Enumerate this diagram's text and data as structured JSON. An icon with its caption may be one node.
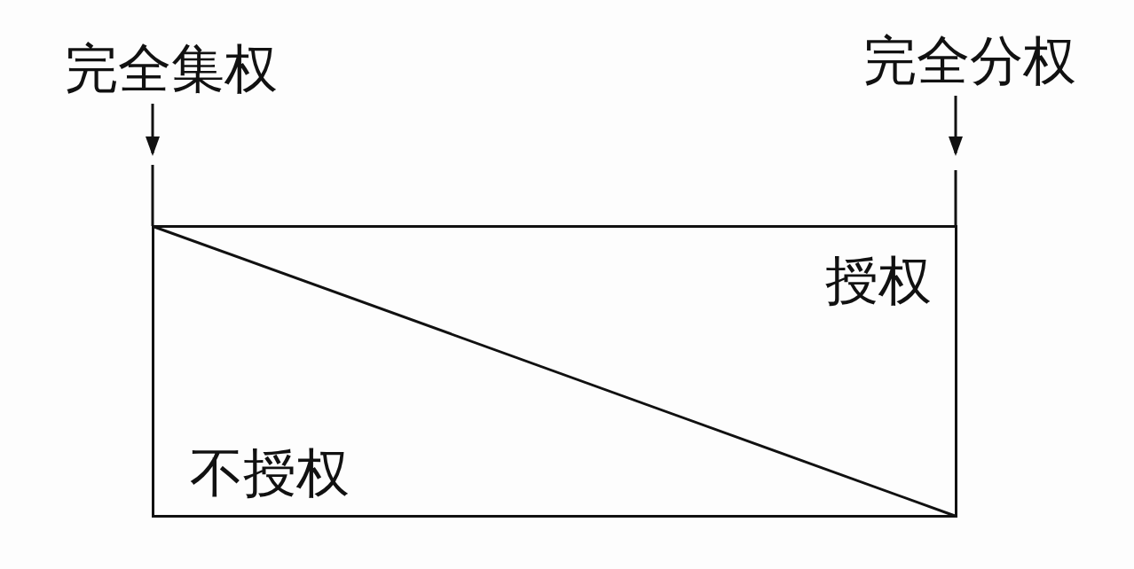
{
  "diagram": {
    "nodes": [
      {
        "text": [
          "完全集权"
        ]
      },
      {
        "text": [
          "完全分权"
        ]
      },
      {
        "text": [
          "授权",
          "不授权"
        ]
      }
    ],
    "edges": [
      {
        "from": 0,
        "to": null,
        "arrow": "to"
      },
      {
        "from": 1,
        "to": null,
        "arrow": "to"
      }
    ]
  }
}
